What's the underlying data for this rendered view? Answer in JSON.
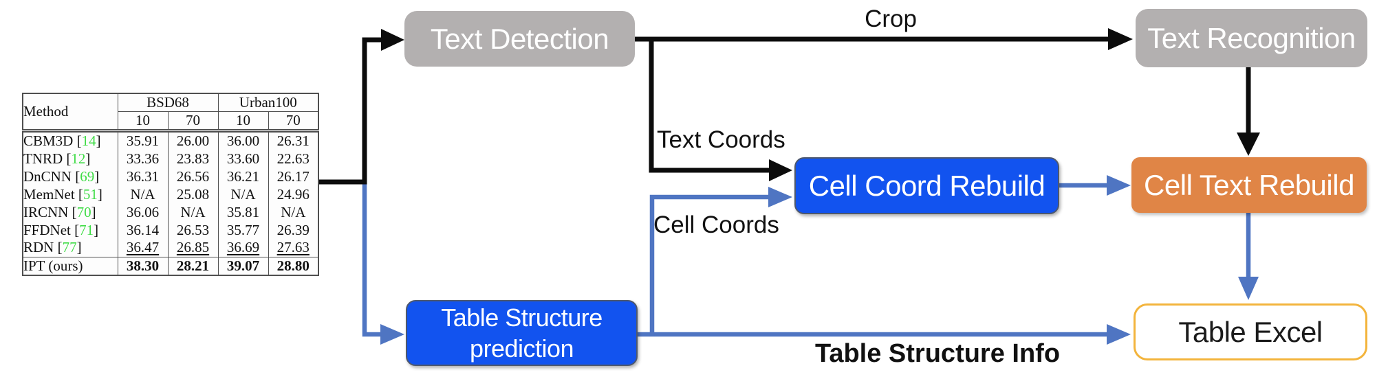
{
  "figure": {
    "colors": {
      "gray_box": "#b3b0b0",
      "blue_box": "#1253ef",
      "orange_box": "#e08546",
      "gold_border": "#f3b43c",
      "black_connector": "#0c0c0c",
      "blue_connector": "#4f75c2",
      "citation_green": "#3fdc46"
    },
    "boxes": {
      "text_detection": "Text Detection",
      "text_recognition": "Text Recognition",
      "cell_coord_rebuild": "Cell Coord Rebuild",
      "cell_text_rebuild": "Cell Text Rebuild",
      "table_structure_prediction_line1": "Table Structure",
      "table_structure_prediction_line2": "prediction",
      "table_excel": "Table Excel"
    },
    "edge_labels": {
      "crop": "Crop",
      "text_coords": "Text Coords",
      "cell_coords": "Cell Coords",
      "table_structure_info": "Table Structure Info"
    }
  },
  "results_table": {
    "header": {
      "method": "Method",
      "groups": [
        "BSD68",
        "Urban100"
      ],
      "sub_columns": [
        "10",
        "70",
        "10",
        "70"
      ]
    },
    "rows": [
      {
        "method": "CBM3D",
        "cite": "14",
        "values": [
          "35.91",
          "26.00",
          "36.00",
          "26.31"
        ]
      },
      {
        "method": "TNRD",
        "cite": "12",
        "values": [
          "33.36",
          "23.83",
          "33.60",
          "22.63"
        ]
      },
      {
        "method": "DnCNN",
        "cite": "69",
        "values": [
          "36.31",
          "26.56",
          "36.21",
          "26.17"
        ]
      },
      {
        "method": "MemNet",
        "cite": "51",
        "values": [
          "N/A",
          "25.08",
          "N/A",
          "24.96"
        ]
      },
      {
        "method": "IRCNN",
        "cite": "70",
        "values": [
          "36.06",
          "N/A",
          "35.81",
          "N/A"
        ]
      },
      {
        "method": "FFDNet",
        "cite": "71",
        "values": [
          "36.14",
          "26.53",
          "35.77",
          "26.39"
        ]
      },
      {
        "method": "RDN",
        "cite": "77",
        "values": [
          "36.47",
          "26.85",
          "36.69",
          "27.63"
        ],
        "style": "underline"
      },
      {
        "method": "IPT (ours)",
        "cite": null,
        "values": [
          "38.30",
          "28.21",
          "39.07",
          "28.80"
        ],
        "style": "bold",
        "separator_above": true
      }
    ]
  }
}
